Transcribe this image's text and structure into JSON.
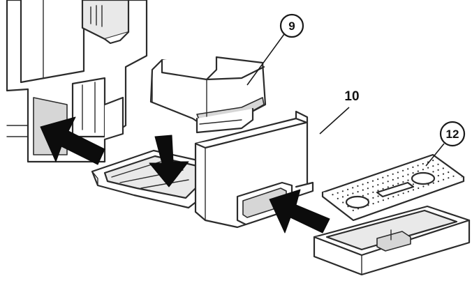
{
  "callouts": [
    {
      "id": "9",
      "label": "9"
    },
    {
      "id": "10",
      "label": "10"
    },
    {
      "id": "12",
      "label": "12"
    }
  ],
  "colors": {
    "line": "#2b2b2b",
    "arrow": "#0c0c0c",
    "background": "#ffffff"
  }
}
